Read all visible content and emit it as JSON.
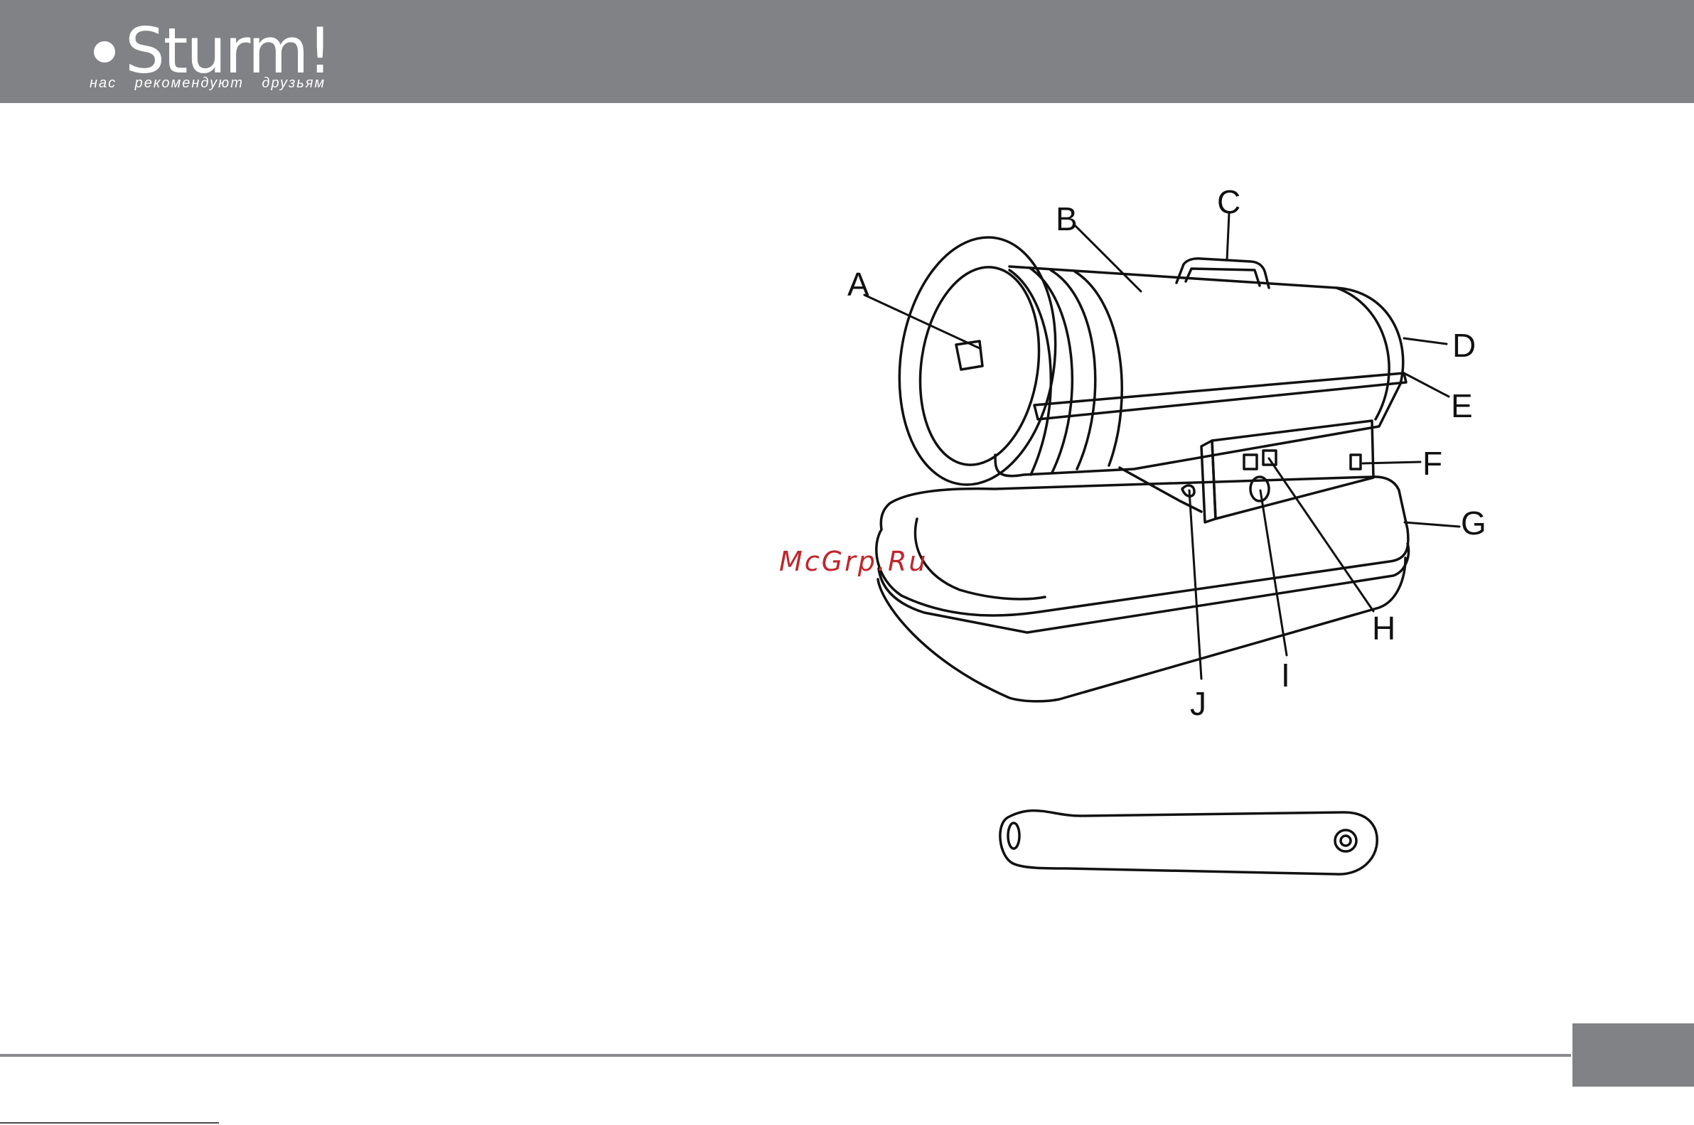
{
  "header": {
    "brand": "Sturm!",
    "tagline": "нас рекомендуют друзьям"
  },
  "figure": {
    "labels": {
      "A": "A",
      "B": "B",
      "C": "C",
      "D": "D",
      "E": "E",
      "F": "F",
      "G": "G",
      "H": "H",
      "I": "I",
      "J": "J"
    }
  },
  "watermark": "McGrp.Ru",
  "colors": {
    "header_bg": "#818285",
    "watermark": "#c0262d"
  }
}
